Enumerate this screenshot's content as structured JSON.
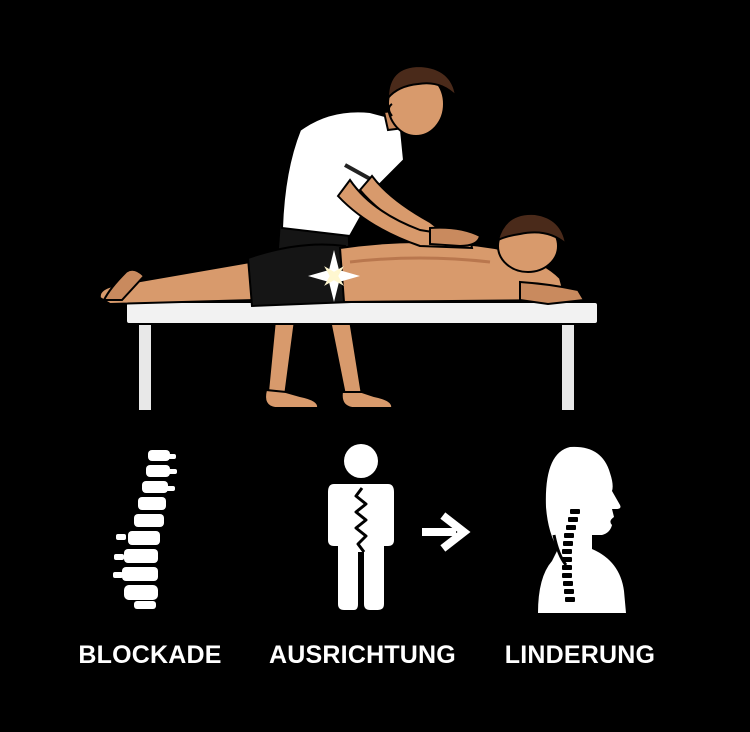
{
  "captions": {
    "blockade": "BLOCKADE",
    "alignment": "AUSRICHTUNG",
    "relief": "LINDERUNG"
  },
  "icons": [
    "spine-icon",
    "person-zigzag-spine-icon",
    "arrow-right-icon",
    "head-profile-spine-icon"
  ],
  "colors": {
    "background": "#000000",
    "icon": "#ffffff",
    "skin": "#d89a6c",
    "skin_shade": "#b9774e",
    "shorts": "#151515",
    "shirt": "#ffffff",
    "hair": "#4a2a1a",
    "table": "#f2f2f2"
  }
}
